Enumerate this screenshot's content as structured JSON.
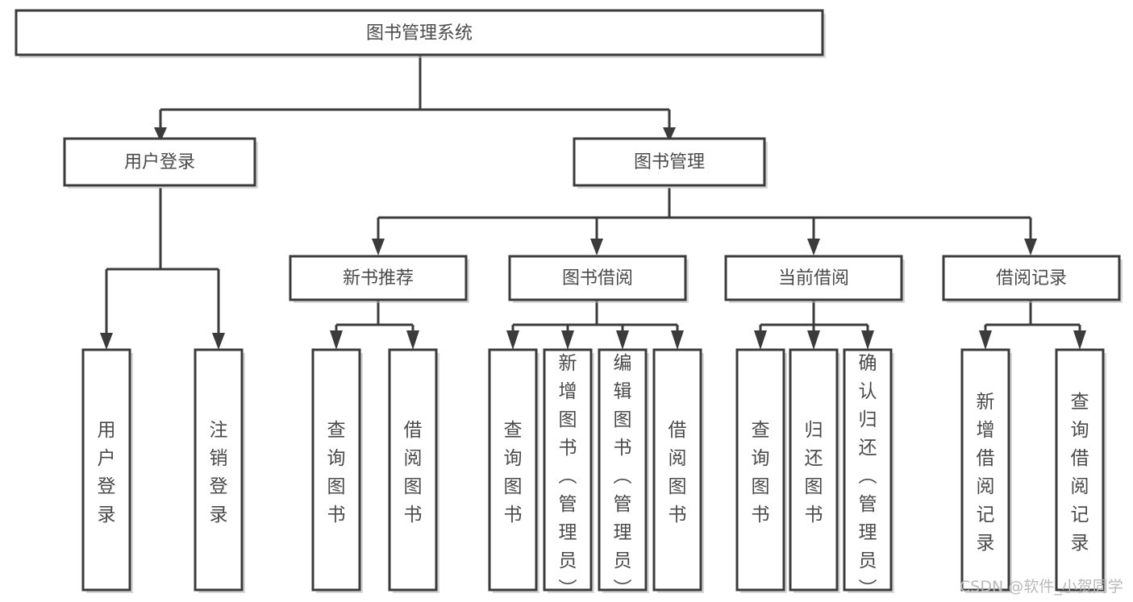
{
  "diagram": {
    "type": "tree-hierarchy",
    "title": "图书管理系统",
    "orientation": "top-down",
    "colors": {
      "stroke": "#3b3b3b",
      "box_fill": "#ffffff",
      "text": "#4a4a4a",
      "shadow": "#b8b8b8",
      "background": "#ffffff",
      "watermark": "#b9b9b9"
    },
    "root": {
      "label": "图书管理系统"
    },
    "level1": [
      {
        "label": "用户登录"
      },
      {
        "label": "图书管理"
      }
    ],
    "level2": [
      {
        "label": "新书推荐"
      },
      {
        "label": "图书借阅"
      },
      {
        "label": "当前借阅"
      },
      {
        "label": "借阅记录"
      }
    ],
    "leaves": {
      "user_login": [
        {
          "label": "用户登录"
        },
        {
          "label": "注销登录"
        }
      ],
      "new_book_recommend": [
        {
          "label": "查询图书"
        },
        {
          "label": "借阅图书"
        }
      ],
      "book_borrow": [
        {
          "label": "查询图书"
        },
        {
          "label": "新增图书（管理员）"
        },
        {
          "label": "编辑图书（管理员）"
        },
        {
          "label": "借阅图书"
        }
      ],
      "current_borrow": [
        {
          "label": "查询图书"
        },
        {
          "label": "归还图书"
        },
        {
          "label": "确认归还（管理员）"
        }
      ],
      "borrow_record": [
        {
          "label": "新增借阅记录"
        },
        {
          "label": "查询借阅记录"
        }
      ]
    }
  },
  "watermark": {
    "text": "CSDN @软件_小贺同学"
  }
}
